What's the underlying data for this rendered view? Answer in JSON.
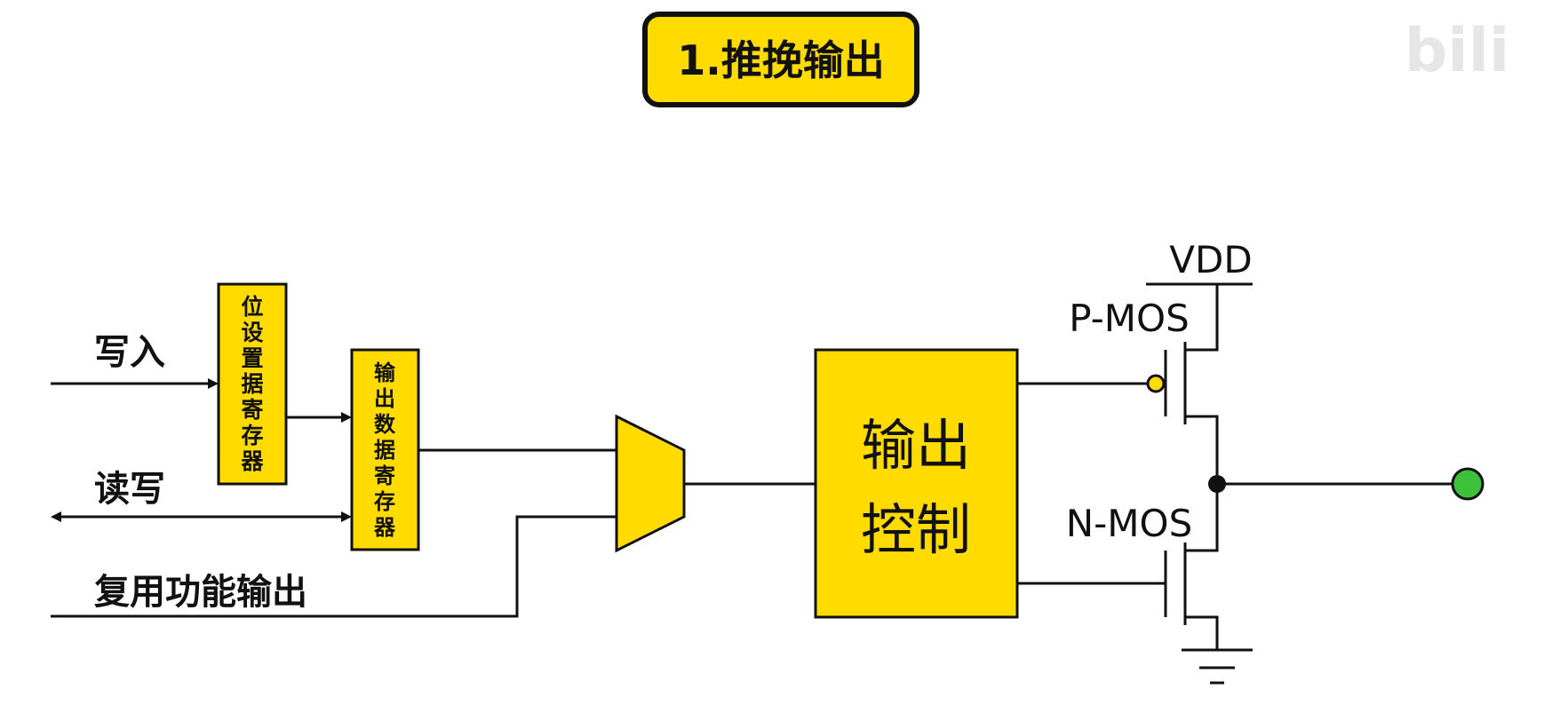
{
  "title": "1.推挽输出",
  "watermark": "bili",
  "colors": {
    "block_fill": "#FFDB00",
    "stroke": "#111111",
    "output_pin": "#3CC13B",
    "bubble_fill": "#FFDB00",
    "watermark": "#e6e6e6"
  },
  "inputs": {
    "write": "写入",
    "read_write": "读写",
    "alt_function_output": "复用功能输出"
  },
  "blocks": {
    "bit_set_reset_register": [
      "位",
      "设",
      "置",
      "据",
      "寄",
      "存",
      "器"
    ],
    "output_data_register": [
      "输",
      "出",
      "数",
      "据",
      "寄",
      "存",
      "器"
    ],
    "output_control": [
      "输出",
      "控制"
    ]
  },
  "mux": {
    "symbol": "multiplexer"
  },
  "transistors": {
    "vdd": "VDD",
    "pmos": "P-MOS",
    "nmos": "N-MOS"
  },
  "icons": {
    "ground": "ground-icon",
    "output_pin": "output-pin-icon",
    "junction": "junction-dot-icon",
    "inversion_bubble": "inversion-bubble-icon"
  }
}
